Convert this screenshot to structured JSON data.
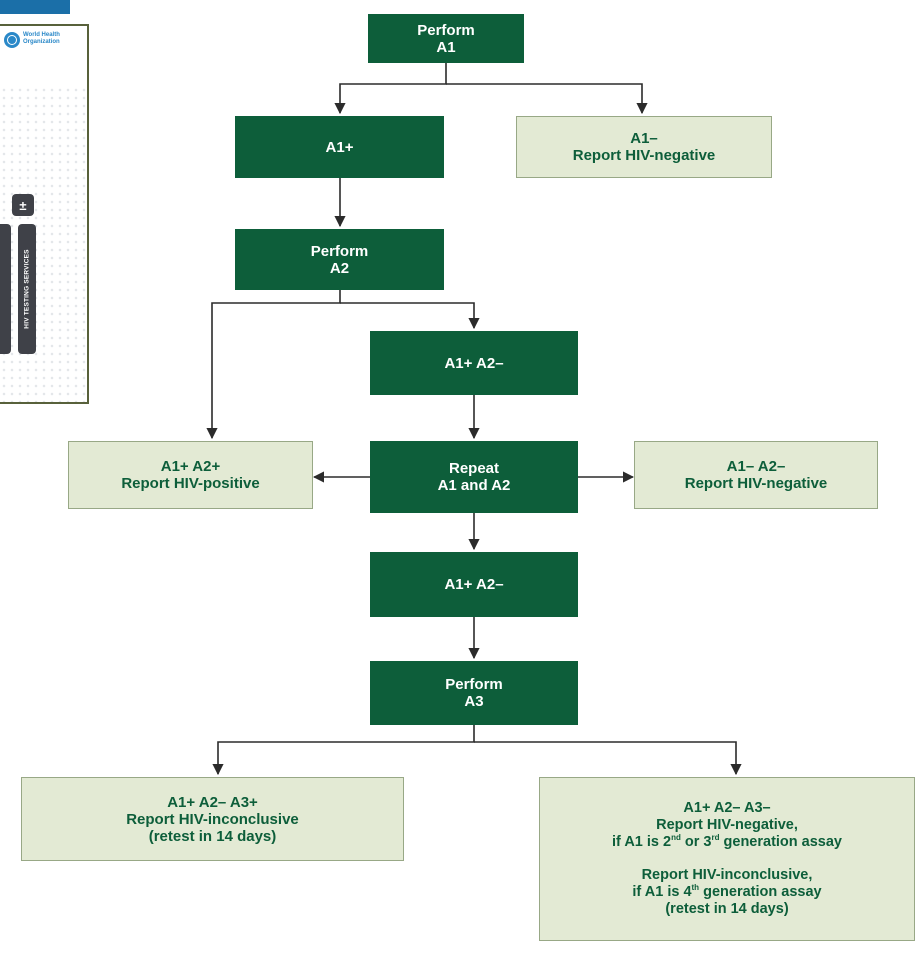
{
  "cover": {
    "org_name": "World Health\nOrganization",
    "service_label": "HIV TESTING SERVICES",
    "icon_glyph": "±"
  },
  "flowchart": {
    "n1": {
      "l1": "Perform",
      "l2": "A1"
    },
    "n2": {
      "l1": "A1+"
    },
    "n3": {
      "l1": "A1–",
      "l2": "Report HIV-negative"
    },
    "n4": {
      "l1": "Perform",
      "l2": "A2"
    },
    "n5": {
      "l1": "A1+ A2–"
    },
    "n6": {
      "l1": "A1+ A2+",
      "l2": "Report HIV-positive"
    },
    "n7": {
      "l1": "Repeat",
      "l2": "A1 and A2"
    },
    "n8": {
      "l1": "A1– A2–",
      "l2": "Report HIV-negative"
    },
    "n9": {
      "l1": "A1+ A2–"
    },
    "n10": {
      "l1": "Perform",
      "l2": "A3"
    },
    "n11": {
      "l1": "A1+ A2– A3+",
      "l2": "Report HIV-inconclusive",
      "l3": "(retest in 14 days)"
    },
    "n12": {
      "l1": "A1+ A2– A3–",
      "l2": "Report HIV-negative,",
      "l3a": "if A1 is 2",
      "l3s1": "nd",
      "l3b": " or 3",
      "l3s2": "rd",
      "l3c": " generation assay",
      "l4": "Report HIV-inconclusive,",
      "l5a": "if A1 is 4",
      "l5s": "th",
      "l5b": " generation assay",
      "l6": "(retest in 14 days)"
    }
  },
  "colors": {
    "dark_box": "#0d5e3a",
    "light_box": "#e3ead4",
    "connector": "#2b2b2b"
  }
}
